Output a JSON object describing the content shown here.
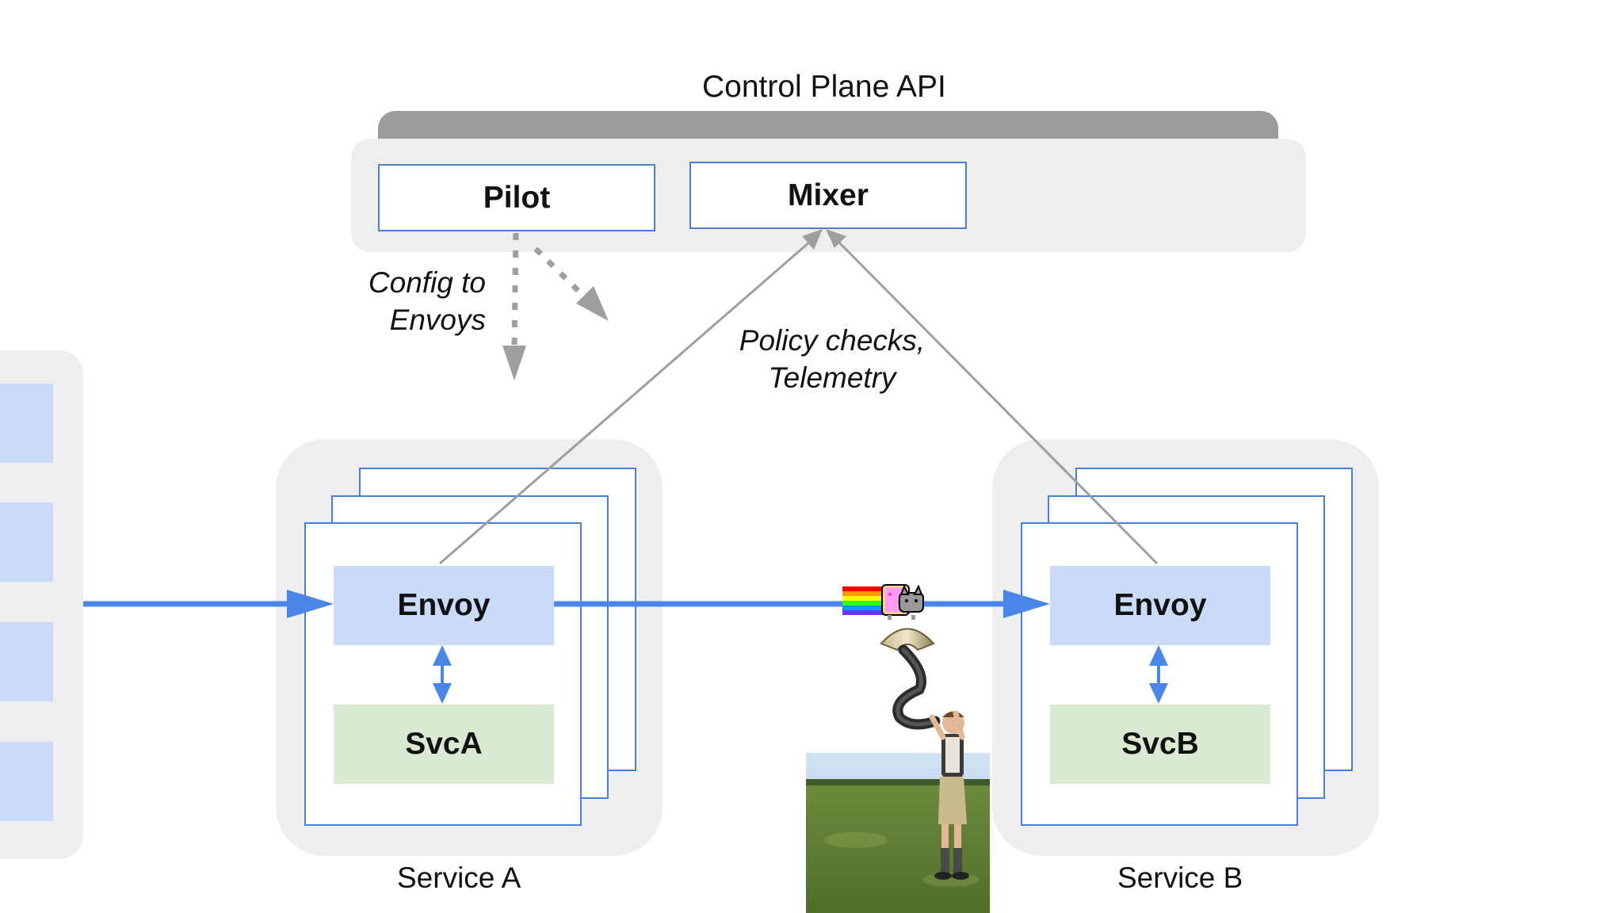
{
  "control_plane": {
    "title": "Control Plane API"
  },
  "components": {
    "pilot": "Pilot",
    "mixer": "Mixer"
  },
  "annotations": {
    "config_line1": "Config to",
    "config_line2": "Envoys",
    "policy_line1": "Policy checks,",
    "policy_line2": "Telemetry"
  },
  "service_a": {
    "proxy": "Envoy",
    "app": "SvcA",
    "caption": "Service A"
  },
  "service_b": {
    "proxy": "Envoy",
    "app": "SvcB",
    "caption": "Service B"
  },
  "colors": {
    "panel_gray": "#eeeeef",
    "api_bar": "#9b9b9b",
    "border_blue": "#4a7fd6",
    "envoy_fill": "#c9dbf9",
    "svc_fill": "#d9ead3",
    "traffic_arrow": "#4a86e8",
    "control_arrow": "#9e9e9e"
  },
  "decorations": {
    "meme_icon": "rainbow-cat-icon",
    "photo": "horn-player-photo"
  }
}
